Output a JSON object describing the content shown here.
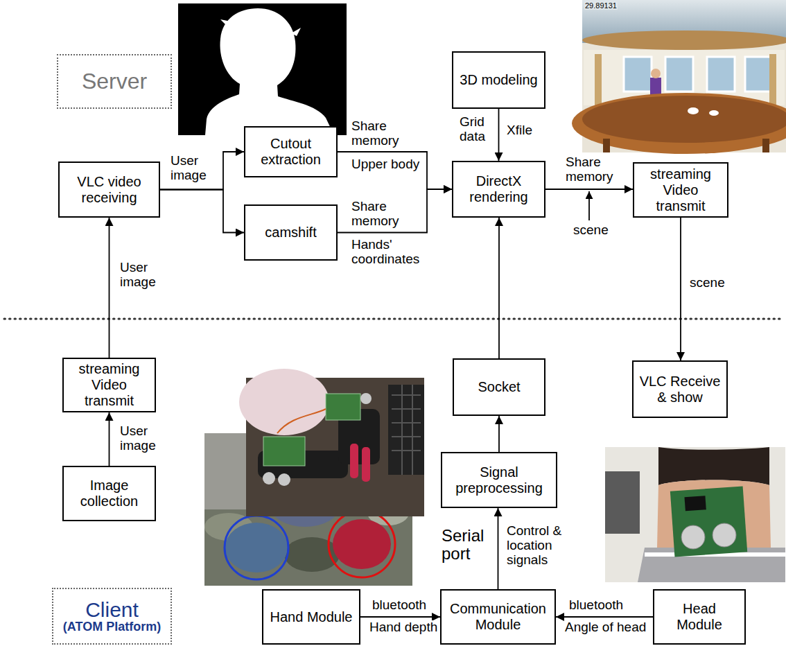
{
  "diagram": {
    "nodes": [
      {
        "text": [
          "Server"
        ]
      },
      {
        "text": [
          "VLC video receiving"
        ]
      },
      {
        "text": [
          "Cutout extraction"
        ]
      },
      {
        "text": [
          "camshift"
        ]
      },
      {
        "text": [
          "3D modeling"
        ]
      },
      {
        "text": [
          "DirectX rendering"
        ]
      },
      {
        "text": [
          "streaming Video transmit"
        ]
      },
      {
        "text": [
          "streaming Video transmit"
        ]
      },
      {
        "text": [
          "Socket"
        ]
      },
      {
        "text": [
          "VLC Receive & show"
        ]
      },
      {
        "text": [
          "Signal preprocessing"
        ]
      },
      {
        "text": [
          "Image collection"
        ]
      },
      {
        "text": [
          "Client",
          "(ATOM Platform)"
        ]
      },
      {
        "text": [
          "Hand Module"
        ]
      },
      {
        "text": [
          "Communication Module"
        ]
      },
      {
        "text": [
          "Head Module"
        ]
      }
    ],
    "edges": [
      {
        "from": 11,
        "to": 7,
        "arrow": "to",
        "label": "User image"
      },
      {
        "from": 7,
        "to": 1,
        "arrow": "to",
        "label": "User image"
      },
      {
        "from": 1,
        "to": 2,
        "arrow": "to",
        "label": "User image"
      },
      {
        "from": 1,
        "to": 3,
        "arrow": "to"
      },
      {
        "from": 2,
        "to": 5,
        "arrow": "to",
        "label": "Share memory"
      },
      {
        "from": 3,
        "to": 5,
        "arrow": "to",
        "label": "Share memory"
      },
      {
        "from": 4,
        "to": 5,
        "arrow": "to",
        "label": "Xfile"
      },
      {
        "from": 5,
        "to": 6,
        "arrow": "to",
        "label": "Share memory"
      },
      {
        "from": 6,
        "to": 9,
        "arrow": "to",
        "label": "scene"
      },
      {
        "from": 8,
        "to": 5,
        "arrow": "to"
      },
      {
        "from": 10,
        "to": 8,
        "arrow": "to"
      },
      {
        "from": 14,
        "to": 10,
        "arrow": "to",
        "label": "Control & location signals"
      },
      {
        "from": 13,
        "to": 14,
        "arrow": "to",
        "label": "bluetooth"
      },
      {
        "from": 15,
        "to": 14,
        "arrow": "to",
        "label": "bluetooth"
      }
    ],
    "labels": [
      "29.89131",
      "Upper body",
      "Hands' coordinates",
      "Grid data",
      "scene",
      "Serial port",
      "Hand depth",
      "Angle of head"
    ]
  }
}
